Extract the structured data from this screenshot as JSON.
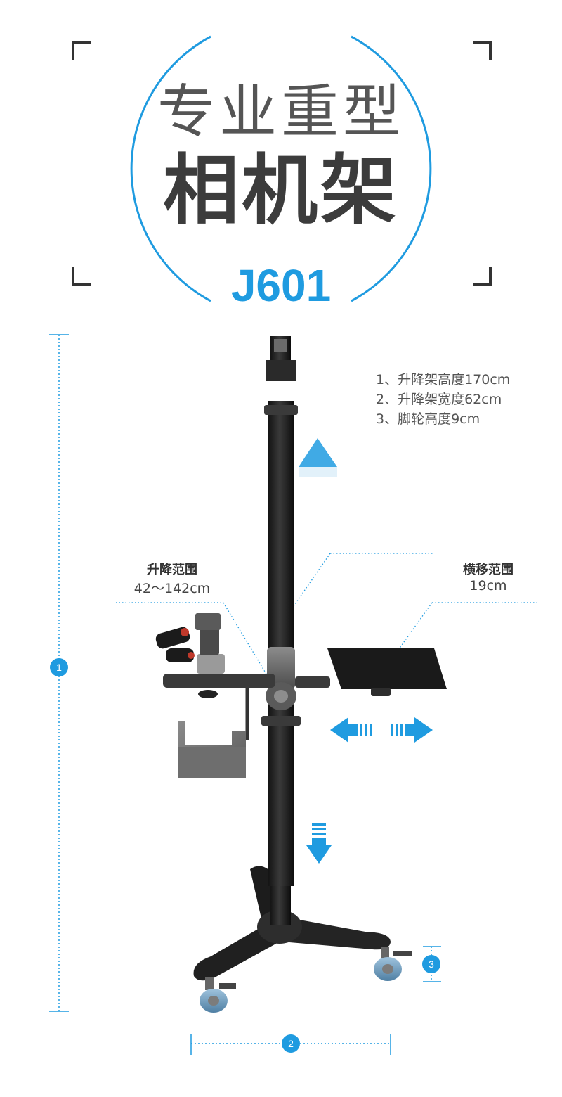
{
  "title": {
    "line1": "专业重型",
    "line2": "相机架",
    "model": "J601"
  },
  "specs": [
    "1、升降架高度170cm",
    "2、升降架宽度62cm",
    "3、脚轮高度9cm"
  ],
  "labels": {
    "lift_title": "升降范围",
    "lift_value": "42～142cm",
    "shift_title": "横移范围",
    "shift_value": "19cm"
  },
  "dimension_markers": [
    "1",
    "2",
    "3"
  ],
  "colors": {
    "accent": "#1f9be0",
    "title_gray": "#555555",
    "stand_black": "#1e1e1e"
  }
}
